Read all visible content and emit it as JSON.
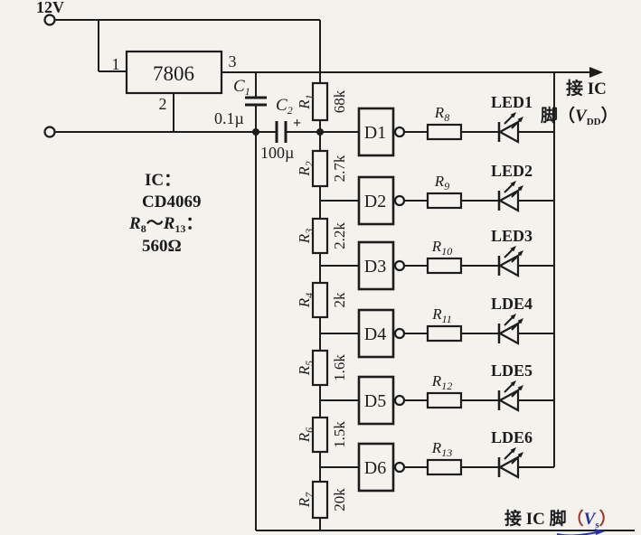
{
  "colors": {
    "line": "#1c1c1c",
    "paper": "#f4f2ed",
    "vs_blue": "#2433a6",
    "paren_red": "#a2392a"
  },
  "power": {
    "source_label": "12V"
  },
  "regulator": {
    "part": "7806",
    "pin1": "1",
    "pin2": "2",
    "pin3": "3"
  },
  "caps": {
    "c1_name": "C",
    "c1_sub": "1",
    "c1_value": "0.1µ",
    "c2_name": "C",
    "c2_sub": "2",
    "c2_value": "100µ",
    "c2_polarity": "+"
  },
  "note": {
    "line1": "IC：",
    "line2": "CD4069",
    "line3_r1": "R",
    "line3_s1": "8",
    "line3_mid": "～",
    "line3_r2": "R",
    "line3_s2": "13",
    "line3_colon": "：",
    "line4": "560Ω"
  },
  "vdd_label": {
    "line1": "接 IC",
    "line2_pre": "脚（",
    "line2_v": "V",
    "line2_sub": "DD",
    "line2_post": "）"
  },
  "vs_label": {
    "pre": "接 IC 脚",
    "open": "（",
    "v": "V",
    "sub": "s",
    "close": "）"
  },
  "ladder": [
    {
      "ref": "R",
      "sub": "1",
      "value": "68k"
    },
    {
      "ref": "R",
      "sub": "2",
      "value": "2.7k"
    },
    {
      "ref": "R",
      "sub": "3",
      "value": "2.2k"
    },
    {
      "ref": "R",
      "sub": "4",
      "value": "2k"
    },
    {
      "ref": "R",
      "sub": "5",
      "value": "1.6k"
    },
    {
      "ref": "R",
      "sub": "6",
      "value": "1.5k"
    },
    {
      "ref": "R",
      "sub": "7",
      "value": "20k"
    }
  ],
  "channels": [
    {
      "gate": "D1",
      "res_ref": "R",
      "res_sub": "8",
      "led": "LED1"
    },
    {
      "gate": "D2",
      "res_ref": "R",
      "res_sub": "9",
      "led": "LED2"
    },
    {
      "gate": "D3",
      "res_ref": "R",
      "res_sub": "10",
      "led": "LED3"
    },
    {
      "gate": "D4",
      "res_ref": "R",
      "res_sub": "11",
      "led": "LDE4"
    },
    {
      "gate": "D5",
      "res_ref": "R",
      "res_sub": "12",
      "led": "LDE5"
    },
    {
      "gate": "D6",
      "res_ref": "R",
      "res_sub": "13",
      "led": "LDE6"
    }
  ]
}
